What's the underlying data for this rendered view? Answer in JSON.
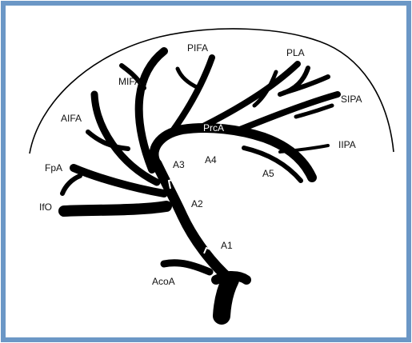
{
  "figure": {
    "border_color": "#6b97c6",
    "vessel_color": "#000000",
    "background": "#ffffff"
  },
  "labels": {
    "PIFA": "PIFA",
    "PLA": "PLA",
    "MIFA": "MIFA",
    "SIPA": "SIPA",
    "AIFA": "AIFA",
    "PrcA": "PrcA",
    "IIPA": "IIPA",
    "FpA": "FpA",
    "A3": "A3",
    "A4": "A4",
    "A5": "A5",
    "IfO": "IfO",
    "A2": "A2",
    "A1": "A1",
    "AcoA": "AcoA"
  }
}
